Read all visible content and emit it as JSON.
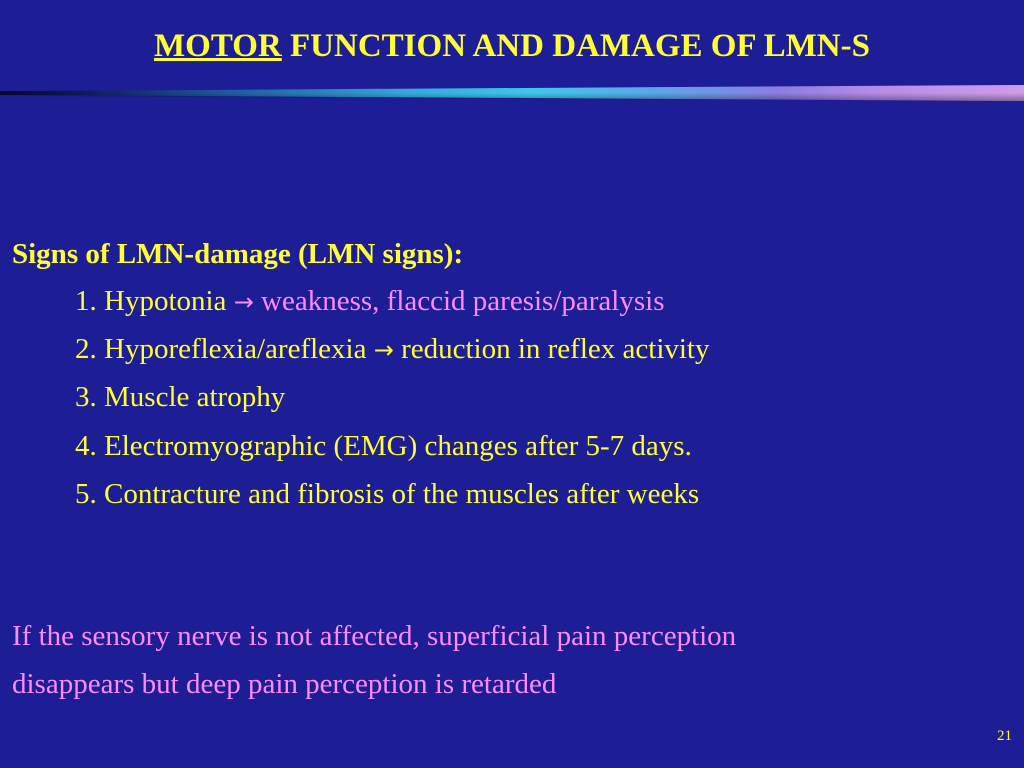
{
  "slide": {
    "title": {
      "underlined": "MOTOR",
      "rest": " FUNCTION AND DAMAGE OF LMN-S"
    },
    "signs_heading": "Signs of LMN-damage (LMN signs):",
    "items": [
      {
        "prefix": "1. Hypotonia ",
        "arrow": "→",
        "text": " weakness, flaccid paresis/paralysis"
      },
      {
        "prefix": "2. Hyporeflexia/areflexia ",
        "arrow": "→",
        "text": " reduction in reflex activity"
      },
      {
        "prefix": "3. Muscle atrophy"
      },
      {
        "prefix": "4. Electromyographic (EMG) changes after 5-7 days."
      },
      {
        "prefix": "5. Contracture and fibrosis of the muscles after weeks"
      }
    ],
    "note_lines": [
      "If the sensory nerve is not affected, superficial pain perception",
      "disappears but deep pain perception is retarded"
    ],
    "page_number": "21"
  },
  "colors": {
    "background": "#1d1d96",
    "yellow_text": "#ffff33",
    "pink_text": "#ff8cff"
  }
}
